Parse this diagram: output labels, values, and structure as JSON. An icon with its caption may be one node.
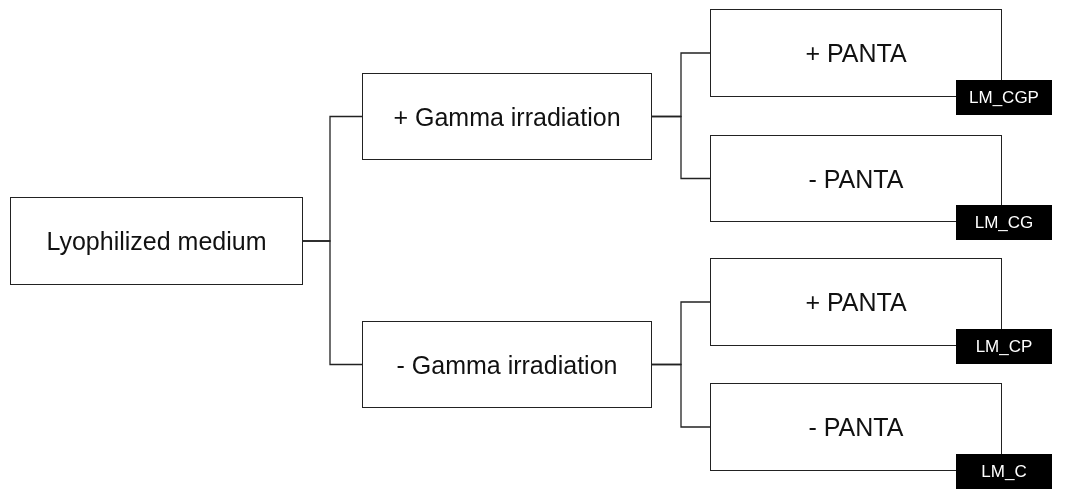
{
  "diagram": {
    "nodes": [
      {
        "text": [
          "Lyophilized medium"
        ]
      },
      {
        "text": [
          "+ Gamma irradiation"
        ]
      },
      {
        "text": [
          "- Gamma irradiation"
        ]
      },
      {
        "text": [
          "+ PANTA"
        ],
        "beside": [
          "LM_CGP"
        ]
      },
      {
        "text": [
          "- PANTA"
        ],
        "beside": [
          "LM_CG"
        ]
      },
      {
        "text": [
          "+ PANTA"
        ],
        "beside": [
          "LM_CP"
        ]
      },
      {
        "text": [
          "- PANTA"
        ],
        "beside": [
          "LM_C"
        ]
      }
    ],
    "edges": [
      {
        "from": 0,
        "to": 1,
        "arrow": "none"
      },
      {
        "from": 0,
        "to": 2,
        "arrow": "none"
      },
      {
        "from": 1,
        "to": 3,
        "arrow": "none"
      },
      {
        "from": 1,
        "to": 4,
        "arrow": "none"
      },
      {
        "from": 2,
        "to": 5,
        "arrow": "none"
      },
      {
        "from": 2,
        "to": 6,
        "arrow": "none"
      }
    ]
  }
}
